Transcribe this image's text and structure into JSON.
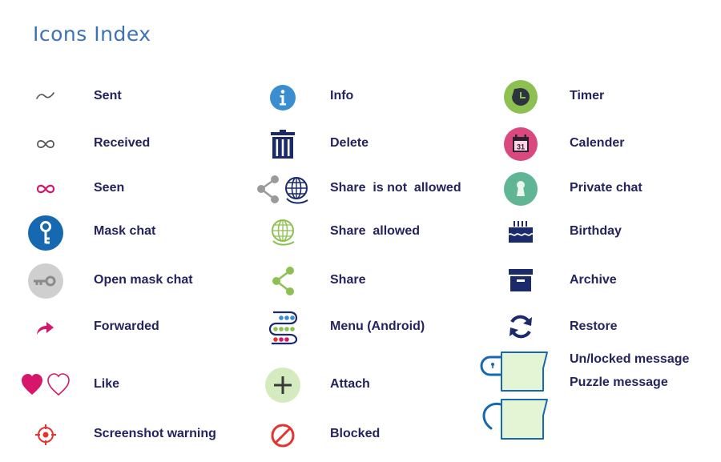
{
  "title": "Icons Index",
  "columns": [
    {
      "items": [
        {
          "label": "Sent",
          "icon": "sent-icon"
        },
        {
          "label": "Received",
          "icon": "received-icon"
        },
        {
          "label": "Seen",
          "icon": "seen-icon"
        },
        {
          "label": "Mask chat",
          "icon": "mask-chat-key-icon"
        },
        {
          "label": "Open mask chat",
          "icon": "open-mask-chat-key-icon"
        },
        {
          "label": "Forwarded",
          "icon": "forward-arrow-icon"
        },
        {
          "label": "Like",
          "icon": "heart-icon"
        },
        {
          "label": "Screenshot warning",
          "icon": "crosshair-icon"
        }
      ]
    },
    {
      "items": [
        {
          "label": "Info",
          "icon": "info-icon"
        },
        {
          "label": "Delete",
          "icon": "trash-icon"
        },
        {
          "label": "Share  is not  allowed",
          "icon": "share-not-allowed-icon"
        },
        {
          "label": "Share  allowed",
          "icon": "globe-icon"
        },
        {
          "label": "Share",
          "icon": "share-icon"
        },
        {
          "label": "Menu (Android)",
          "icon": "android-menu-icon"
        },
        {
          "label": "Attach",
          "icon": "plus-icon"
        },
        {
          "label": "Blocked",
          "icon": "blocked-icon"
        }
      ]
    },
    {
      "items": [
        {
          "label": "Timer",
          "icon": "timer-icon"
        },
        {
          "label": "Calender",
          "icon": "calendar-icon"
        },
        {
          "label": "Private chat",
          "icon": "keyhole-icon"
        },
        {
          "label": "Birthday",
          "icon": "birthday-cake-icon"
        },
        {
          "label": "Archive",
          "icon": "archive-box-icon"
        },
        {
          "label": "Restore",
          "icon": "restore-icon"
        },
        {
          "label": "Un/locked message",
          "icon": "locked-message-icon"
        },
        {
          "label": "Puzzle message",
          "icon": "puzzle-message-icon"
        }
      ]
    }
  ],
  "calendar_day": "31",
  "colors": {
    "title": "#3d73b5",
    "label": "#24235e",
    "magenta": "#d6166a",
    "blue": "#1668b0",
    "green": "#8cc152",
    "teal": "#5fb594",
    "navy": "#1a2a6a"
  }
}
